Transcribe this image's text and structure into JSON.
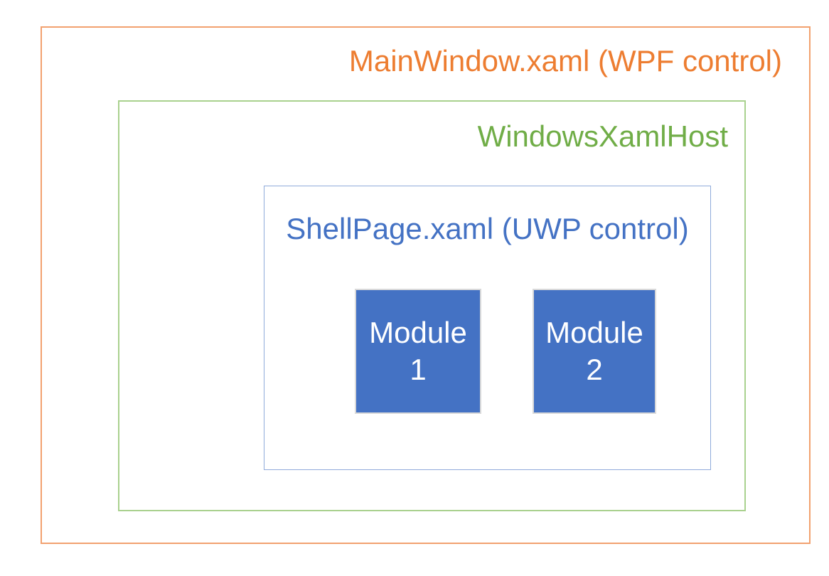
{
  "diagram": {
    "background": "#FFFFFF",
    "wpf_window": {
      "label": "MainWindow.xaml (WPF control)",
      "text_color": "#ED7D31",
      "border_color": "#F2A16F"
    },
    "xaml_host": {
      "label": "WindowsXamlHost",
      "text_color": "#70AD47",
      "border_color": "#A9D18E"
    },
    "shell_page": {
      "label": "ShellPage.xaml (UWP control)",
      "text_color": "#4472C4",
      "border_color": "#8FAADB"
    },
    "modules": [
      {
        "name": "Module",
        "number": "1",
        "fill_color": "#4472C4",
        "border_color": "#D9D9D9",
        "text_color": "#FFFFFF"
      },
      {
        "name": "Module",
        "number": "2",
        "fill_color": "#4472C4",
        "border_color": "#D9D9D9",
        "text_color": "#FFFFFF"
      }
    ]
  }
}
